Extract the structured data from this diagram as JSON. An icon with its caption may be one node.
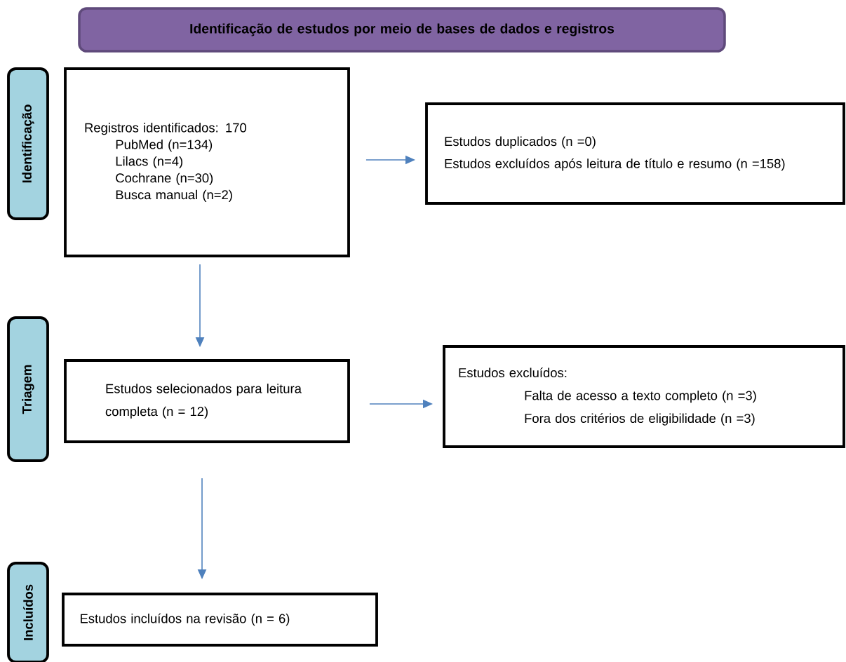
{
  "diagram": {
    "nodes": [
      {
        "text": [
          "Identificação de estudos por meio de bases de dados e registros"
        ]
      },
      {
        "text": [
          "Identificação"
        ]
      },
      {
        "text": [
          "Registros identificados: 170",
          "PubMed (n=134)",
          "Lilacs (n=4)",
          "Cochrane (n=30)",
          "Busca manual (n=2)"
        ]
      },
      {
        "text": [
          "Estudos duplicados (n =0)",
          "Estudos excluídos após leitura de título e resumo (n =158)"
        ]
      },
      {
        "text": [
          "Triagem"
        ]
      },
      {
        "text": [
          "Estudos selecionados para leitura completa (n = 12)"
        ]
      },
      {
        "text": [
          "Estudos excluídos:",
          "Falta de acesso a texto completo (n =3)",
          "Fora dos critérios de eligibilidade (n =3)"
        ]
      },
      {
        "text": [
          "Incluídos"
        ]
      },
      {
        "text": [
          "Estudos incluídos na revisão (n = 6)"
        ]
      }
    ],
    "edges": [
      {
        "from": 2,
        "to": 3,
        "arrow": "to"
      },
      {
        "from": 2,
        "to": 5,
        "arrow": "to"
      },
      {
        "from": 5,
        "to": 6,
        "arrow": "to"
      },
      {
        "from": 5,
        "to": 8,
        "arrow": "to"
      }
    ]
  }
}
